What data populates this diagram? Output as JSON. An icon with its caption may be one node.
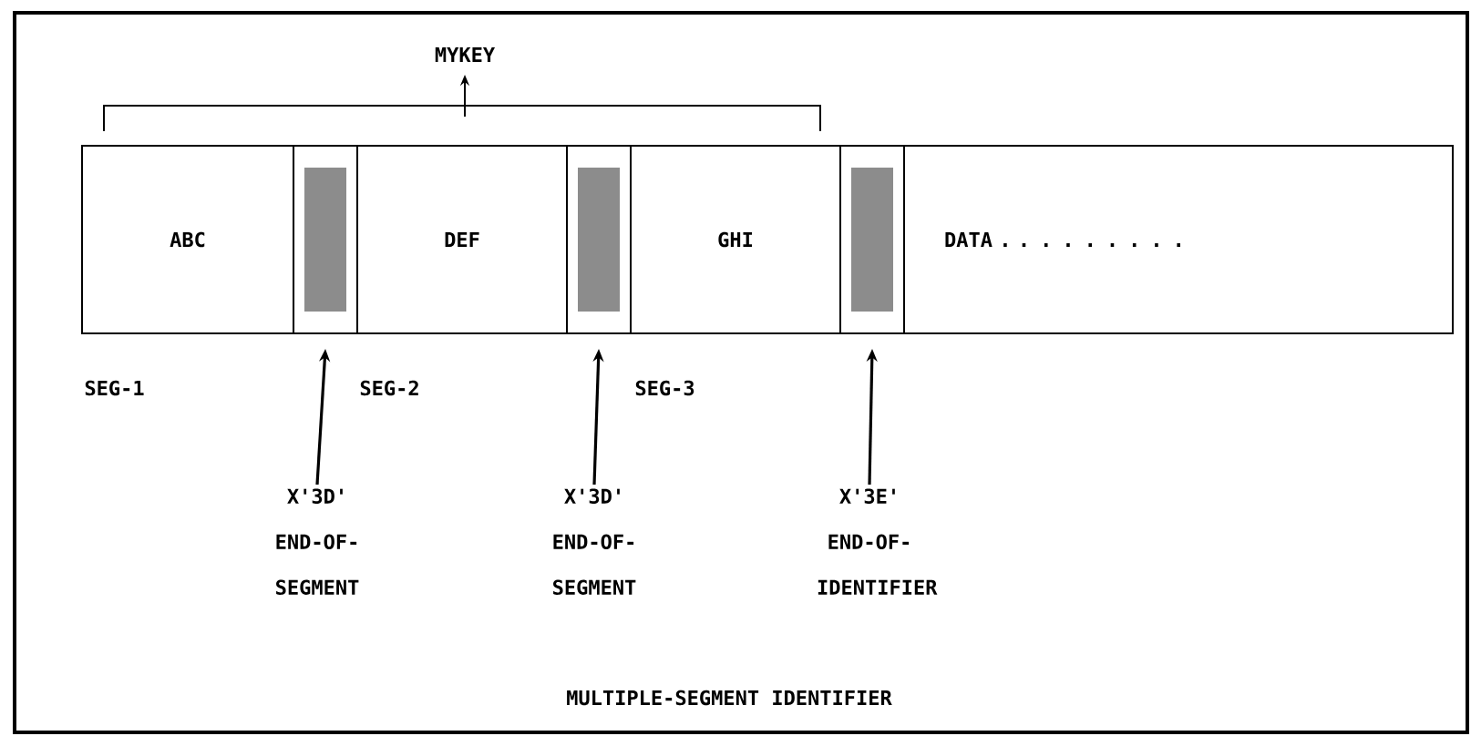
{
  "diagram": {
    "caption": "MULTIPLE-SEGMENT IDENTIFIER",
    "nodes": [
      {
        "text": [
          "ABC"
        ]
      },
      {
        "text": [],
        "shape": "box"
      },
      {
        "text": [
          "DEF"
        ]
      },
      {
        "text": [],
        "shape": "box"
      },
      {
        "text": [
          "GHI"
        ]
      },
      {
        "text": [],
        "shape": "box"
      },
      {
        "text": [
          "DATA . . . . . . . . ."
        ]
      },
      {
        "text": [
          "X'3D'",
          "END-OF- SEGMENT"
        ]
      },
      {
        "text": [
          "X'3D'",
          "END-OF- SEGMENT"
        ]
      },
      {
        "text": [
          "X'3E'",
          "END-OF- IDENTIFIER"
        ]
      }
    ],
    "edges": [
      {
        "from": 7,
        "to": 1,
        "arrow": "to"
      },
      {
        "from": 8,
        "to": 3,
        "arrow": "to"
      },
      {
        "from": 9,
        "to": 5,
        "arrow": "to"
      }
    ],
    "labels": [
      "MYKEY",
      "SEG-1",
      "SEG-2",
      "SEG-3"
    ]
  }
}
